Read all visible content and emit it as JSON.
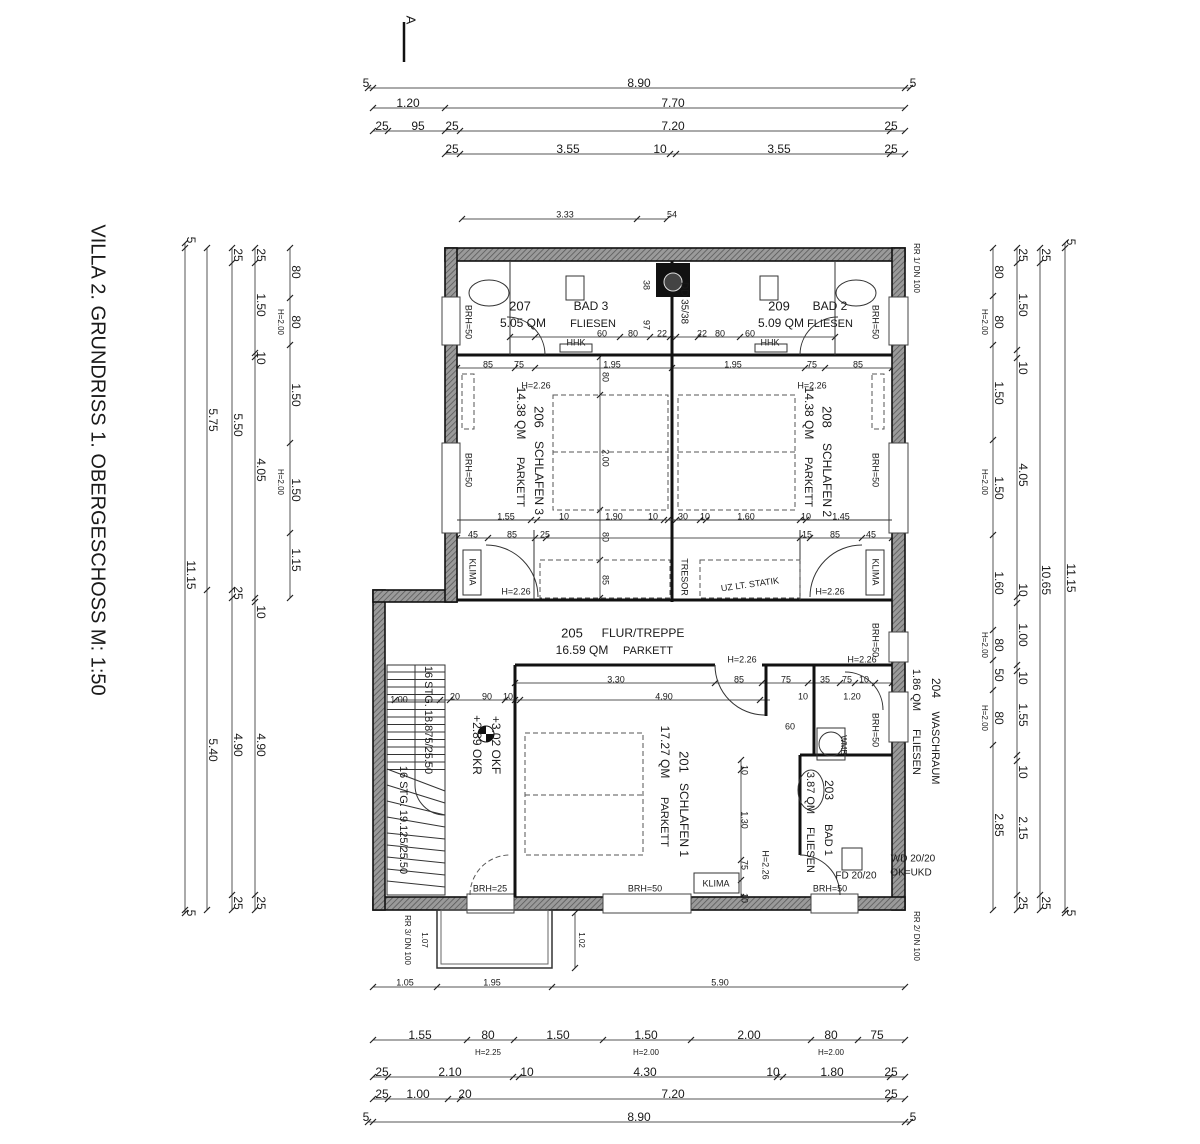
{
  "title": "VILLA 2. GRUNDRISS 1. OBERGESCHOSS M: 1:50",
  "section_marker": "A",
  "rooms": [
    {
      "number": "207",
      "name": "BAD 3",
      "area": "5.05 QM",
      "floor": "FLIESEN"
    },
    {
      "number": "209",
      "name": "BAD 2",
      "area": "5.09 QM",
      "floor": "FLIESEN"
    },
    {
      "number": "206",
      "name": "SCHLAFEN 3",
      "area": "14.38 QM",
      "floor": "PARKETT"
    },
    {
      "number": "208",
      "name": "SCHLAFEN 2",
      "area": "14.38 QM",
      "floor": "PARKETT"
    },
    {
      "number": "205",
      "name": "FLUR/TREPPE",
      "area": "16.59 QM",
      "floor": "PARKETT"
    },
    {
      "number": "201",
      "name": "SCHLAFEN 1",
      "area": "17.27 QM",
      "floor": "PARKETT"
    },
    {
      "number": "203",
      "name": "BAD 1",
      "area": "3.87 QM",
      "floor": "FLIESEN"
    },
    {
      "number": "204",
      "name": "WASCHRAUM",
      "area": "1.86 QM",
      "floor": "FLIESEN"
    }
  ],
  "labels": {
    "hhk": [
      "HHK",
      "HHK"
    ],
    "klima": [
      "KLIMA",
      "KLIMA",
      "KLIMA"
    ],
    "tresor": "TRESOR",
    "uz_statik": "UZ LT. STATIK",
    "wmb": "WMB",
    "h226": [
      "H=2.26",
      "H=2.26",
      "H=2.26",
      "H=2.26",
      "H=2.26",
      "H=2.26",
      "H=2.26"
    ],
    "brh50": [
      "BRH=50",
      "BRH=50",
      "BRH=50",
      "BRH=50",
      "BRH=50",
      "BRH=50",
      "BRH=50",
      "BRH=50"
    ],
    "brh25": "BRH=25",
    "level_okf": "+3.02 OKF",
    "level_okr": "+2.89 OKR",
    "stairs_upper": "16 STG. 18.875/25.50",
    "stairs_lower": "16 STG. 19.125/25.50",
    "stairs_width": "1.00",
    "chimney": "DD 35/38",
    "wd": "WD 20/20",
    "ok_ukd": "OK=UKD",
    "fd": "FD 20/20",
    "rr1": "RR 1/ DN 100",
    "rr2": "RR 2/ DN 100",
    "rr3": "RR 3/ DN 100",
    "balcony_left": "1.07",
    "balcony_right": "1.02"
  },
  "dimensions": {
    "top": {
      "row1": [
        "5",
        "8.90",
        "5"
      ],
      "row2": [
        "1.20",
        "7.70"
      ],
      "row3": [
        "25",
        "95",
        "25",
        "7.20",
        "25"
      ],
      "row4": [
        "25",
        "3.55",
        "10",
        "3.55",
        "25"
      ],
      "row5": [
        "3.33",
        "54"
      ]
    },
    "bottom": {
      "row0": [
        "1.05",
        "1.95",
        "5.90"
      ],
      "row1": [
        "1.55",
        "80",
        "1.50",
        "1.50",
        "2.00",
        "80",
        "75"
      ],
      "row1_heights": [
        "H=2.25",
        "H=2.00",
        "H=2.00"
      ],
      "row2": [
        "25",
        "2.10",
        "10",
        "4.30",
        "10",
        "1.80",
        "25"
      ],
      "row3": [
        "25",
        "1.00",
        "20",
        "7.20",
        "25"
      ],
      "row4": [
        "5",
        "8.90",
        "5"
      ]
    },
    "left": {
      "col1": [
        "5",
        "11.15",
        "5"
      ],
      "col2": [
        "5.75",
        "5.40"
      ],
      "col3": [
        "25",
        "5.50",
        "25",
        "4.90",
        "25"
      ],
      "col4": [
        "25",
        "1.50",
        "10",
        "4.05",
        "10",
        "4.90",
        "25"
      ],
      "col5": [
        "80",
        "80",
        "1.50",
        "1.50",
        "1.15"
      ],
      "col5_heights": [
        "H=2.00",
        "H=2.00"
      ]
    },
    "right": {
      "col1": [
        "80",
        "80",
        "1.50",
        "1.50",
        "1.60",
        "80",
        "50",
        "80",
        "2.85"
      ],
      "col1_heights": [
        "H=2.00",
        "H=2.00",
        "H=2.00",
        "H=2.00"
      ],
      "col2": [
        "25",
        "1.50",
        "10",
        "4.05",
        "10",
        "1.00",
        "10",
        "1.55",
        "10",
        "2.15",
        "25"
      ],
      "col3": [
        "25",
        "10.65",
        "25"
      ],
      "col4": [
        "5",
        "11.15",
        "5"
      ]
    }
  },
  "interior_dimensions": {
    "bath_row": [
      "60",
      "80",
      "22",
      "22",
      "80",
      "60"
    ],
    "bath_vertical": [
      "38",
      "97"
    ],
    "upper_row1": [
      "85",
      "75",
      "1.95",
      "1.95",
      "75",
      "85"
    ],
    "upper_vertical": [
      "80",
      "2.00",
      "80",
      "85"
    ],
    "upper_row2": [
      "1.55",
      "10",
      "1.90",
      "10",
      "30",
      "10",
      "1.60",
      "10",
      "1.45"
    ],
    "upper_row3": [
      "45",
      "85",
      "25",
      "15",
      "85",
      "45"
    ],
    "lower_row1": [
      "3.30",
      "85",
      "75",
      "35",
      "75",
      "10"
    ],
    "lower_row2": [
      "20",
      "90",
      "10",
      "4.90",
      "10",
      "1.20"
    ],
    "lower_closet": "60",
    "lower_vertical": [
      "10",
      "1.30",
      "75",
      "10"
    ]
  }
}
